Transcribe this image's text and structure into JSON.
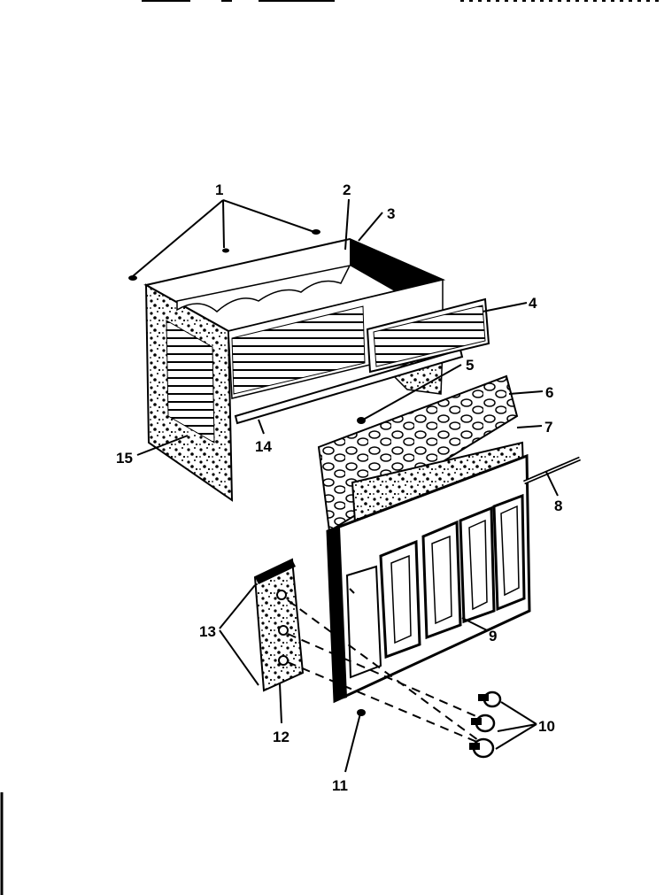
{
  "callouts": [
    {
      "id": "c1",
      "text": "1"
    },
    {
      "id": "c2",
      "text": "2"
    },
    {
      "id": "c3",
      "text": "3"
    },
    {
      "id": "c4",
      "text": "4"
    },
    {
      "id": "c5",
      "text": "5"
    },
    {
      "id": "c6",
      "text": "6"
    },
    {
      "id": "c7",
      "text": "7"
    },
    {
      "id": "c8",
      "text": "8"
    },
    {
      "id": "c9",
      "text": "9"
    },
    {
      "id": "c10",
      "text": "10"
    },
    {
      "id": "c11",
      "text": "11"
    },
    {
      "id": "c12",
      "text": "12"
    },
    {
      "id": "c13",
      "text": "13"
    },
    {
      "id": "c14",
      "text": "14"
    },
    {
      "id": "c15",
      "text": "15"
    }
  ],
  "colors": {
    "ink": "#000000",
    "paper": "#ffffff"
  }
}
